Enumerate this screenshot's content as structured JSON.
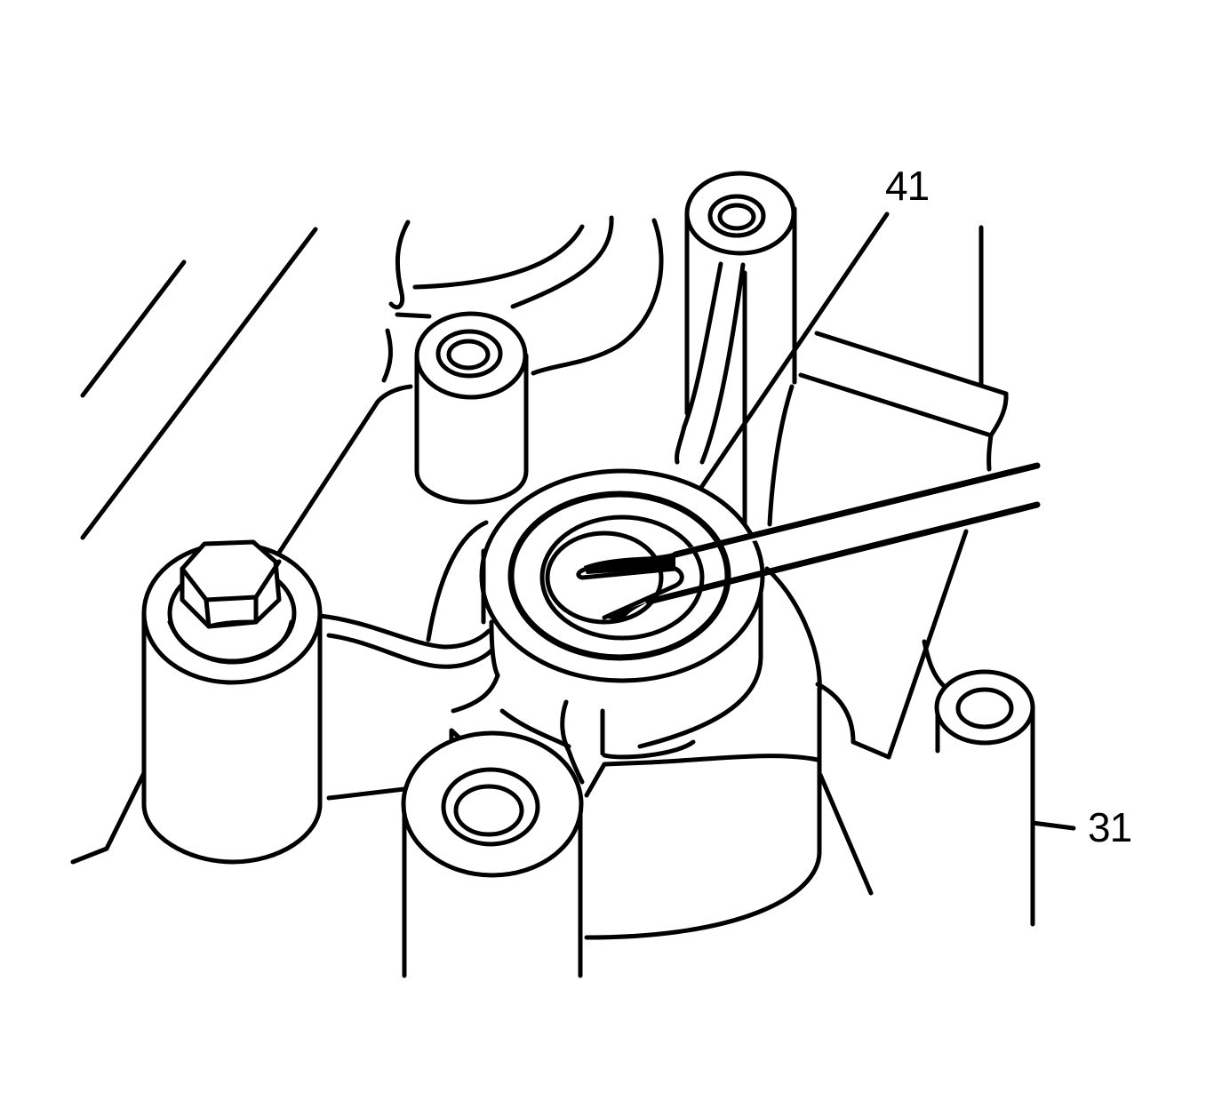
{
  "figure": {
    "type": "service-manual-line-illustration",
    "subject": "screwdriver prying seal from housing bore",
    "line_color": "#000000",
    "background_color": "#ffffff"
  },
  "callouts": [
    {
      "id": "41",
      "text": "41",
      "points_to": "seal-in-bore"
    },
    {
      "id": "31",
      "text": "31",
      "points_to": "right-boss"
    }
  ]
}
